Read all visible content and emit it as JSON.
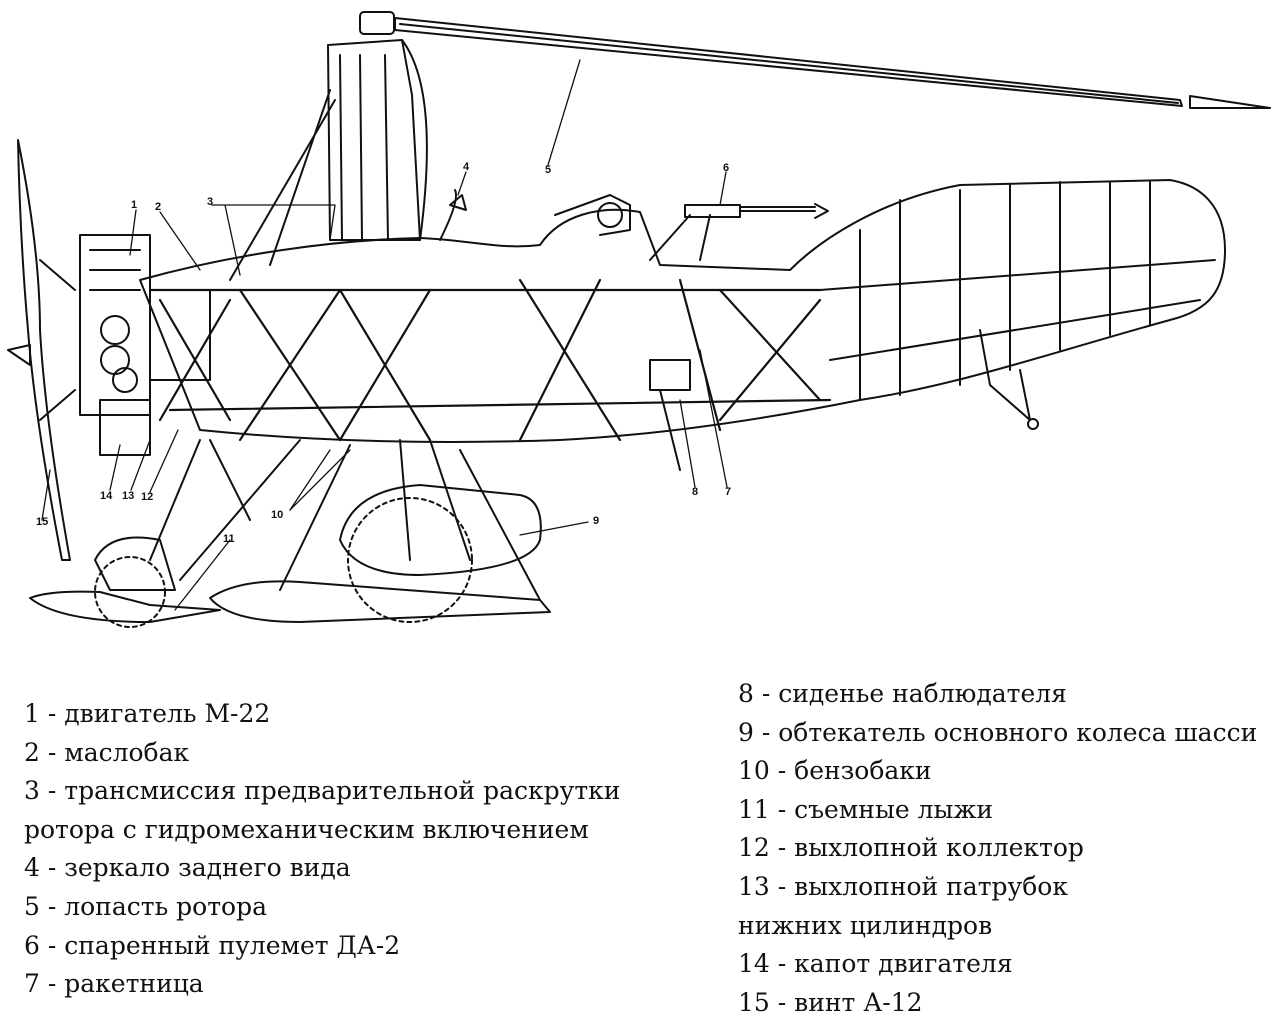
{
  "callouts": [
    "1",
    "2",
    "3",
    "4",
    "5",
    "6",
    "7",
    "8",
    "9",
    "10",
    "11",
    "12",
    "13",
    "14",
    "15"
  ],
  "legend_left": [
    "1 - двигатель М-22",
    "2 - маслобак",
    "3 - трансмиссия предварительной раскрутки",
    "ротора с гидромеханическим включением",
    "4 - зеркало заднего вида",
    "5 - лопасть ротора",
    "6 - спаренный пулемет ДА-2",
    "7 - ракетница"
  ],
  "legend_right": [
    "8 - сиденье наблюдателя",
    "9 - обтекатель основного колеса шасси",
    "10 - бензобаки",
    "11 - съемные лыжи",
    "12 - выхлопной коллектор",
    "13 - выхлопной патрубок",
    "нижних цилиндров",
    "14 - капот двигателя",
    "15 - винт А-12"
  ]
}
